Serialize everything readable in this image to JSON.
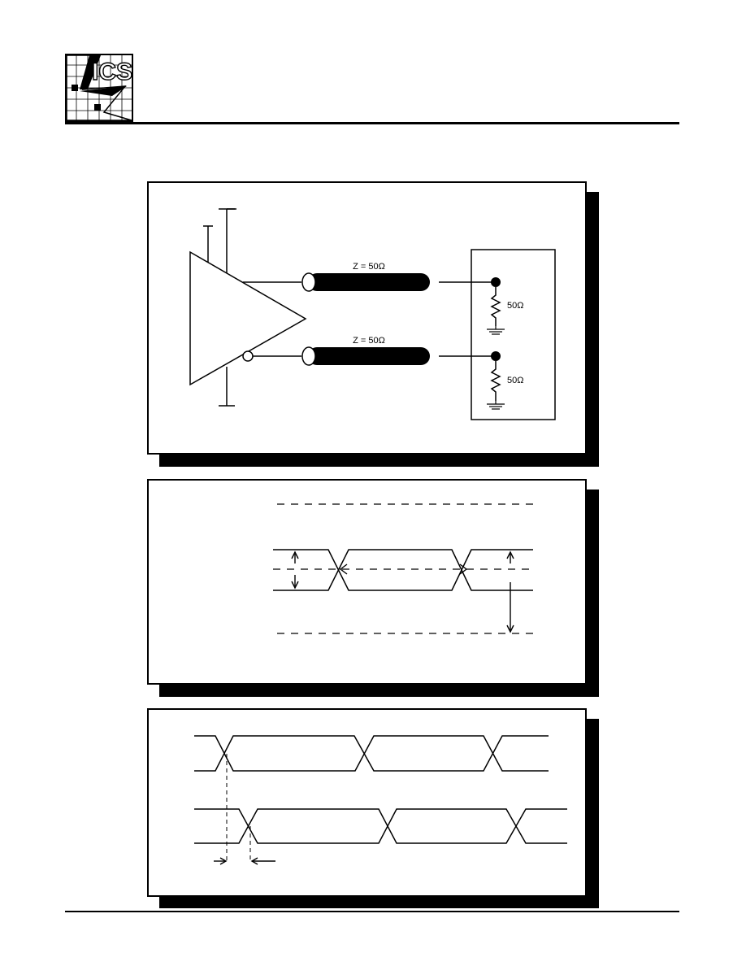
{
  "header": {
    "logo_text": "ICS"
  },
  "circuit_panel": {
    "line_top_label": "Z = 50Ω",
    "line_bottom_label": "Z = 50Ω",
    "resistor_top_label": "50Ω",
    "resistor_bottom_label": "50Ω"
  },
  "waveform_panel": {},
  "skew_panel": {}
}
